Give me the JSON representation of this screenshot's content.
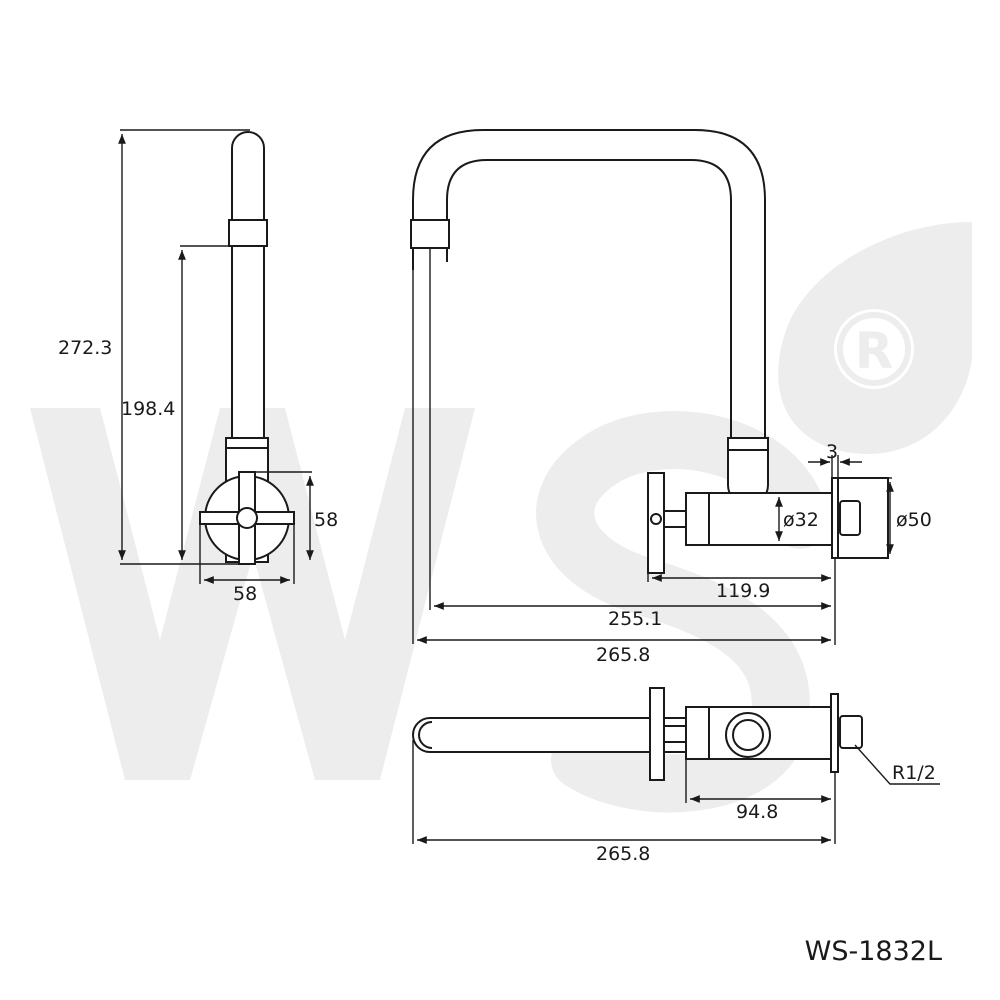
{
  "watermark": {
    "logo_text": "WS",
    "registered_symbol": "®",
    "color": "#ededed"
  },
  "side_view": {
    "dim_height_total": "272.3",
    "dim_height_spout": "198.4",
    "dim_flange_height": "58",
    "dim_flange_width": "58"
  },
  "front_view": {
    "dim_wall_plate": "3",
    "dim_body_diameter": "ø32",
    "dim_flange_diameter": "ø50",
    "dim_handle_offset": "119.9",
    "dim_spout_reach": "255.1",
    "dim_total_width": "265.8"
  },
  "top_view": {
    "dim_thread": "R1/2",
    "dim_body_depth": "94.8",
    "dim_total_width": "265.8"
  },
  "model_number": "WS-1832L",
  "line_color": "#1a1a1a"
}
